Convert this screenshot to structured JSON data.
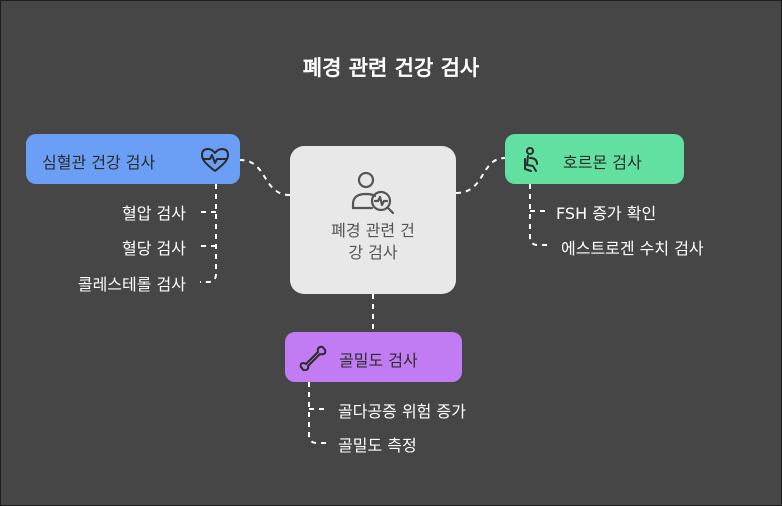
{
  "title": "폐경 관련 건강 검사",
  "center": {
    "label_line1": "폐경 관련 건",
    "label_line2": "강 검사",
    "icon": "person-search-icon"
  },
  "nodes": {
    "cardio": {
      "label": "심혈관 건강 검사",
      "icon": "heart-pulse-icon",
      "color": "#6b9ff5",
      "items": [
        "혈압 검사",
        "혈당 검사",
        "콜레스테롤 검사"
      ]
    },
    "hormone": {
      "label": "호르몬 검사",
      "icon": "pregnant-person-icon",
      "color": "#62e0a1",
      "items": [
        "FSH 증가 확인",
        "에스트로겐 수치 검사"
      ]
    },
    "bone": {
      "label": "골밀도 검사",
      "icon": "bone-icon",
      "color": "#c27cf3",
      "items": [
        "골다공증 위험 증가",
        "골밀도 측정"
      ]
    }
  }
}
